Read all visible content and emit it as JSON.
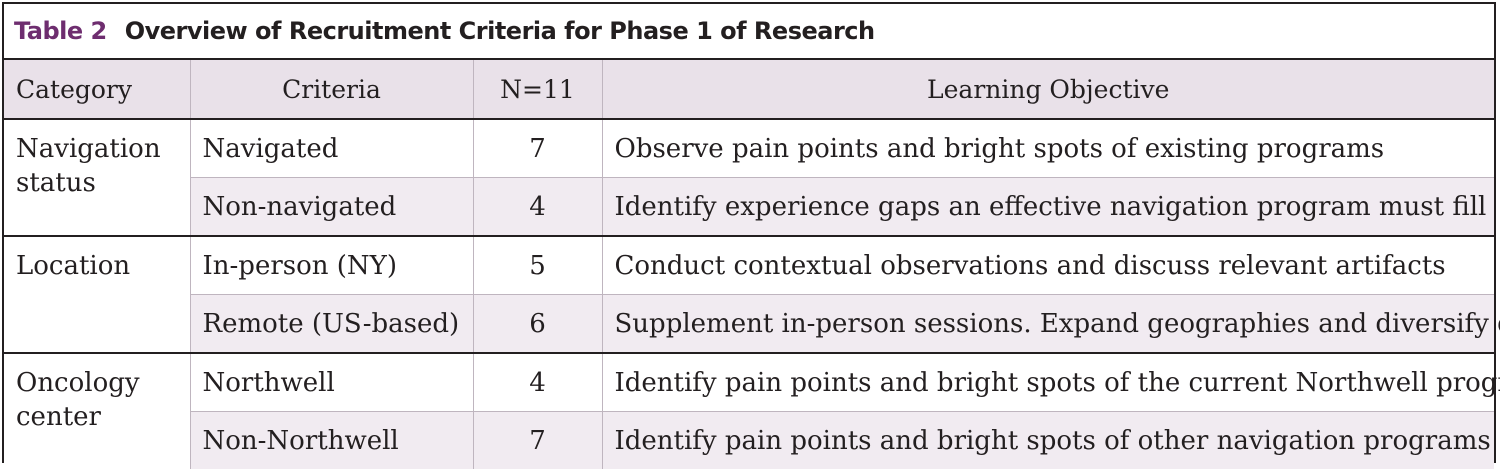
{
  "table": {
    "label": "Table 2",
    "title": "Overview of Recruitment Criteria for Phase 1 of Research",
    "headers": [
      "Category",
      "Criteria",
      "N=11",
      "Learning Objective"
    ],
    "groups": [
      {
        "category": "Navigation status",
        "rows": [
          {
            "criteria": "Navigated",
            "n": "7",
            "objective": "Observe pain points and bright spots of existing programs"
          },
          {
            "criteria": "Non-navigated",
            "n": "4",
            "objective": "Identify experience gaps an effective navigation program must fill"
          }
        ]
      },
      {
        "category": "Location",
        "rows": [
          {
            "criteria": "In-person (NY)",
            "n": "5",
            "objective": "Conduct contextual observations and discuss relevant artifacts"
          },
          {
            "criteria": "Remote (US-based)",
            "n": "6",
            "objective": "Supplement in-person sessions. Expand geographies and diversify data"
          }
        ]
      },
      {
        "category": "Oncology center",
        "rows": [
          {
            "criteria": "Northwell",
            "n": "4",
            "objective": "Identify pain points and bright spots of the current Northwell program"
          },
          {
            "criteria": "Non-Northwell",
            "n": "7",
            "objective": "Identify pain points and bright spots of other navigation programs"
          }
        ]
      }
    ],
    "colors": {
      "label": "#6e2d6f",
      "header_bg": "#e9e1e9",
      "shade_bg": "#f1ebf1",
      "rule": "#231f20"
    }
  }
}
